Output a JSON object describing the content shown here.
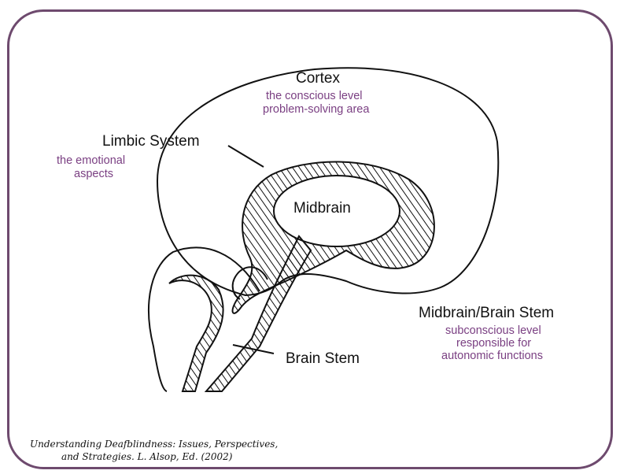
{
  "diagram": {
    "cortex": {
      "title": "Cortex",
      "line1": "the conscious level",
      "line2": "problem-solving area"
    },
    "limbic": {
      "title": "Limbic System",
      "line1": "the emotional",
      "line2": "aspects"
    },
    "midbrain": {
      "title": "Midbrain"
    },
    "brainstem": {
      "title": "Brain Stem"
    },
    "midbrain_stem": {
      "title": "Midbrain/Brain Stem",
      "line1": "subconscious level",
      "line2": "responsible for",
      "line3": "autonomic functions"
    },
    "citation": {
      "line1": "Understanding Deafblindness: Issues, Perspectives,",
      "line2": "and Strategies. L. Alsop, Ed. (2002)"
    }
  },
  "colors": {
    "frame": "#6e4a6e",
    "subtext": "#7a3f82",
    "ink": "#111111"
  }
}
